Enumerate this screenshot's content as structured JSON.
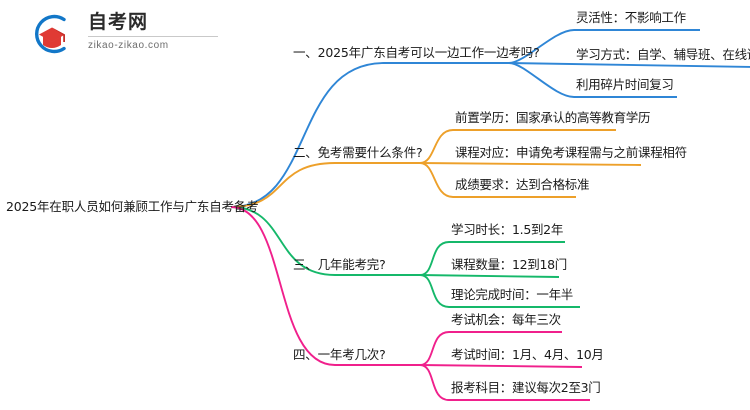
{
  "logo": {
    "name": "自考网",
    "url": "zikao-zikao.com",
    "mark_arc_color": "#1277c8",
    "mark_cap_color": "#e03a34"
  },
  "mindmap": {
    "root": {
      "label": "2025年在职人员如何兼顾工作与广东自考备考"
    },
    "branches": [
      {
        "color": "#2f86d6",
        "topic": "一、2025年广东自考可以一边工作一边考吗?",
        "leaves": [
          "灵活性：不影响工作",
          "学习方式：自学、辅导班、在线课程",
          "利用碎片时间复习"
        ]
      },
      {
        "color": "#eda02a",
        "topic": "二、免考需要什么条件?",
        "leaves": [
          "前置学历：国家承认的高等教育学历",
          "课程对应：申请免考课程需与之前课程相符",
          "成绩要求：达到合格标准"
        ]
      },
      {
        "color": "#15b86a",
        "topic": "三、几年能考完?",
        "leaves": [
          "学习时长：1.5到2年",
          "课程数量：12到18门",
          "理论完成时间：一年半"
        ]
      },
      {
        "color": "#f0208c",
        "topic": "四、一年考几次?",
        "leaves": [
          "考试机会：每年三次",
          "考试时间：1月、4月、10月",
          "报考科目：建议每次2至3门"
        ]
      }
    ]
  }
}
